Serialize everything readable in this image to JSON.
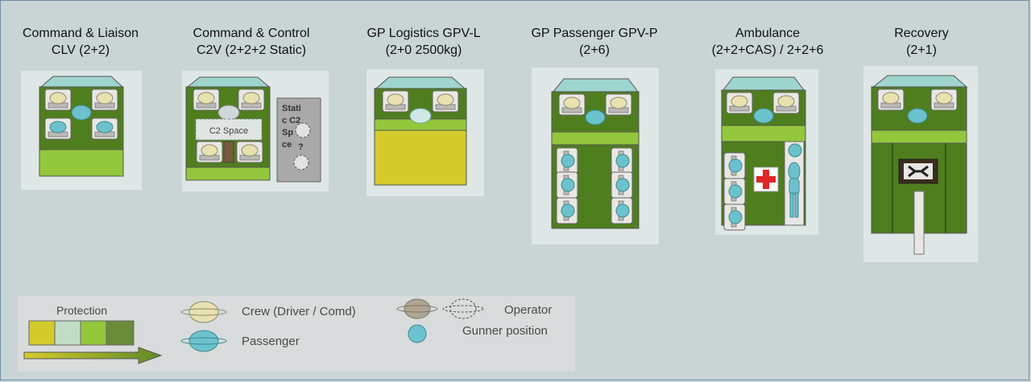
{
  "vehicles": [
    {
      "id": "clv",
      "line1": "Command & Liaison",
      "line2": "CLV (2+2)"
    },
    {
      "id": "c2v",
      "line1": "Command & Control",
      "line2": "C2V (2+2+2 Static)"
    },
    {
      "id": "gpvl",
      "line1": "GP Logistics GPV-L",
      "line2": "(2+0 2500kg)"
    },
    {
      "id": "gpvp",
      "line1": "GP Passenger GPV-P",
      "line2": "(2+6)"
    },
    {
      "id": "amb",
      "line1": "Ambulance",
      "line2": "(2+2+CAS)  / 2+2+6"
    },
    {
      "id": "rec",
      "line1": "Recovery",
      "line2": "(2+1)"
    }
  ],
  "c2v_labels": {
    "c2_space": "C2 Space",
    "static_l1": "Stati",
    "static_l2": "c C2",
    "static_l3": "Sp",
    "static_l4": "ce"
  },
  "legend": {
    "protection": "Protection",
    "crew": "Crew (Driver / Comd)",
    "passenger": "Passenger",
    "operator": "Operator",
    "gunner": "Gunner position"
  },
  "colors": {
    "dark_green": "#4f7e1e",
    "light_green": "#93c73c",
    "yellow": "#d4cb2a",
    "cab": "#9fd5cf",
    "crew": "#e8e1b0",
    "passenger": "#6cc2cc",
    "operator": "#b0a492"
  }
}
